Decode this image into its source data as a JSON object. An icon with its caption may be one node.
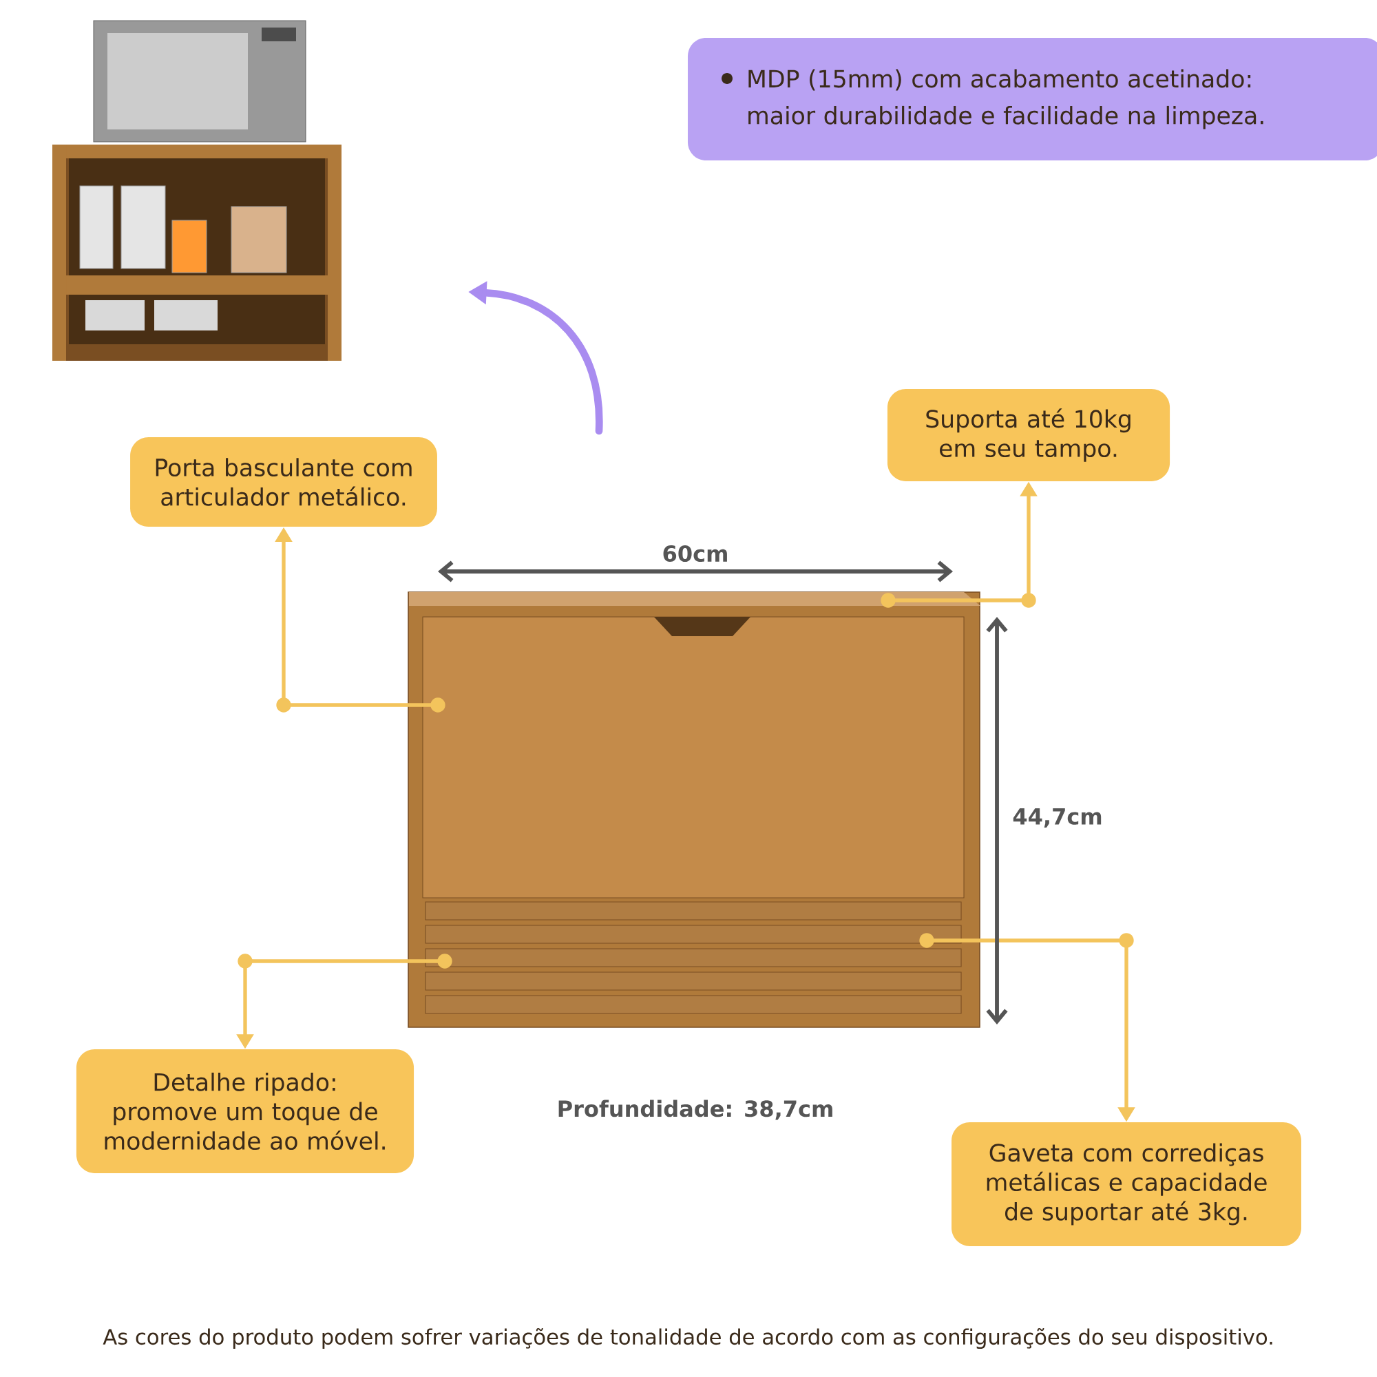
{
  "diagram": {
    "nodes": [
      {
        "text": [
          "MDP (15mm) com acabamento acetinado: maior durabilidade e facilidade na limpeza."
        ]
      },
      {
        "text": [
          "Suporta até 10kg em seu tampo."
        ]
      },
      {
        "text": [
          "Porta basculante com articulador metálico."
        ]
      },
      {
        "text": [
          "Detalhe ripado: promove um toque de modernidade ao móvel."
        ]
      },
      {
        "text": [
          "Gaveta com corrediças metálicas e capacidade de suportar até 3kg."
        ]
      },
      {
        "text": [],
        "shape": "picture"
      },
      {
        "text": [],
        "shape": "picture"
      }
    ],
    "edges": [
      {
        "from": 5,
        "to": 1,
        "arrow": "to"
      },
      {
        "from": 5,
        "to": 2,
        "arrow": "to"
      },
      {
        "from": 5,
        "to": 3,
        "arrow": "to"
      },
      {
        "from": 5,
        "to": 4,
        "arrow": "to"
      }
    ],
    "labels": [
      "60cm",
      "44,7cm",
      "Profundidade: 38,7cm",
      "As cores do produto podem sofrer variações de tonalidade de acordo com as configurações do seu dispositivo."
    ]
  }
}
